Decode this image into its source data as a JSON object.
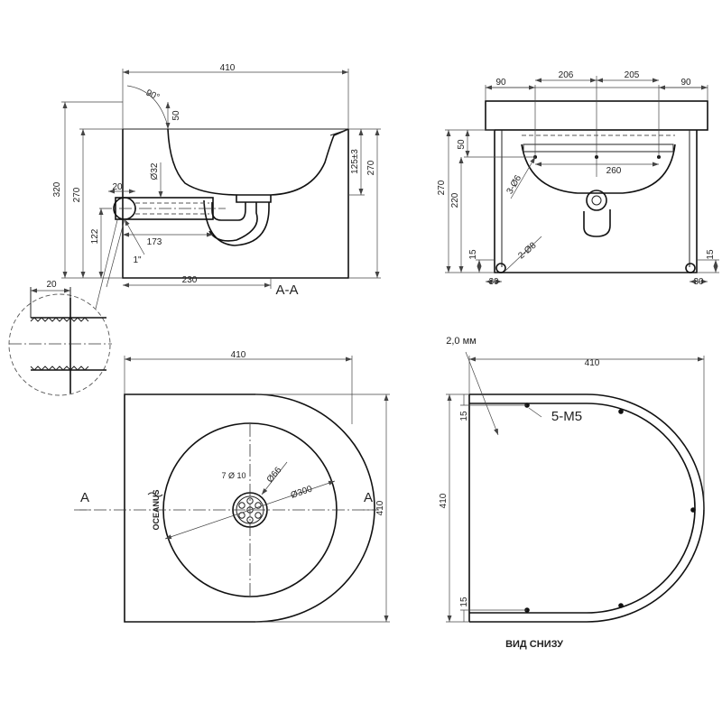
{
  "section_view": {
    "label": "A-A",
    "dim_top_width": "410",
    "dim_angle": "90°",
    "dim_rim": "50",
    "dim_height_total": "320",
    "dim_height_body": "270",
    "dim_pipe_height": "122",
    "dim_pipe_dia": "Ø32",
    "dim_pipe_len": "173",
    "dim_pipe_offset": "20",
    "dim_depth": "125±3",
    "dim_right_height": "270",
    "dim_bottom_width": "230",
    "thread_label": "1\""
  },
  "detail_view": {
    "dim_width": "20"
  },
  "front_view": {
    "dim_left_top": "90",
    "dim_206": "206",
    "dim_205": "205",
    "dim_right_top": "90",
    "dim_50": "50",
    "dim_260": "260",
    "dim_270": "270",
    "dim_220": "220",
    "dim_left_15": "15",
    "dim_right_15": "15",
    "dim_left_30": "30",
    "dim_right_30": "30",
    "note_holes": "3-Ø6",
    "note_feet": "2-Ø8"
  },
  "plan_view": {
    "dim_width": "410",
    "dim_height": "410",
    "section_left": "A",
    "section_right": "A",
    "dim_bowl": "Ø300",
    "dim_drain": "Ø66",
    "drain_holes": "7 Ø 10",
    "brand": "OCEANUS"
  },
  "bottom_view": {
    "thickness_label": "2,0 мм",
    "dim_width": "410",
    "dim_height": "410",
    "dim_top_15": "15",
    "dim_bottom_15": "15",
    "bolt_label": "5-M5",
    "title": "ВИД СНИЗУ"
  }
}
